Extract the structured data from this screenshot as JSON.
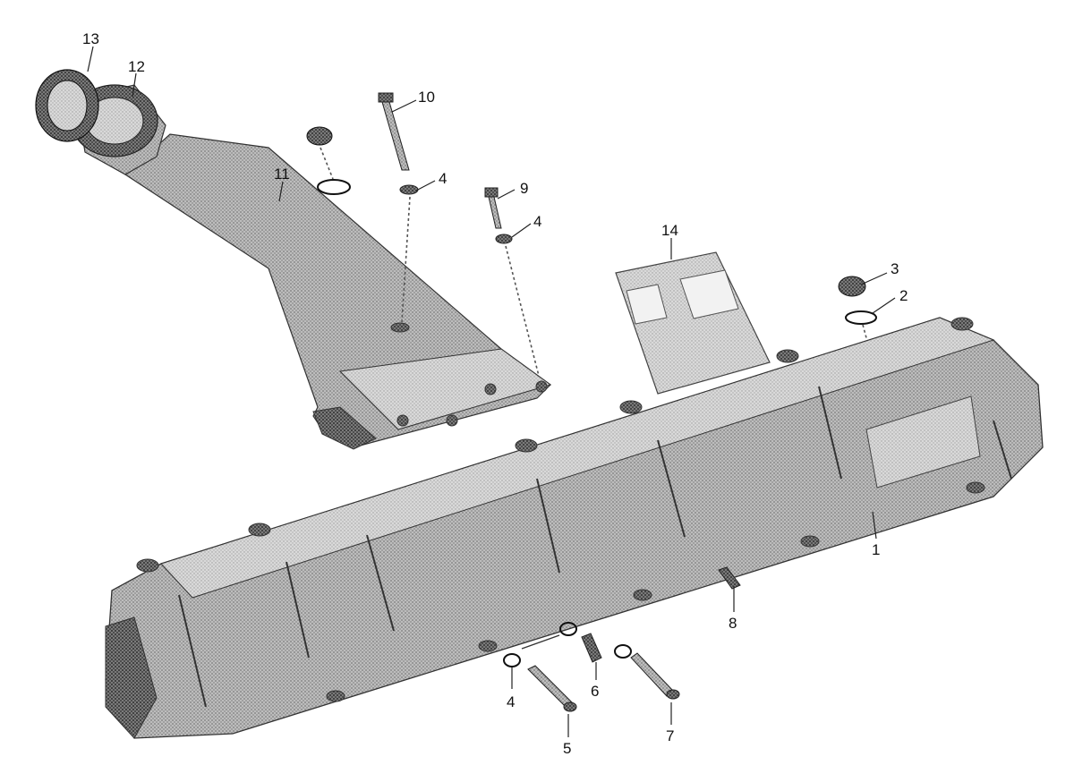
{
  "diagram": {
    "callouts": [
      {
        "id": "c13",
        "text": "13"
      },
      {
        "id": "c12",
        "text": "12"
      },
      {
        "id": "c10",
        "text": "10"
      },
      {
        "id": "c11",
        "text": "11"
      },
      {
        "id": "c4a",
        "text": "4"
      },
      {
        "id": "c9",
        "text": "9"
      },
      {
        "id": "c4b",
        "text": "4"
      },
      {
        "id": "c14",
        "text": "14"
      },
      {
        "id": "c3",
        "text": "3"
      },
      {
        "id": "c2",
        "text": "2"
      },
      {
        "id": "c1",
        "text": "1"
      },
      {
        "id": "c8",
        "text": "8"
      },
      {
        "id": "c4c",
        "text": "4"
      },
      {
        "id": "c6",
        "text": "6"
      },
      {
        "id": "c5",
        "text": "5"
      },
      {
        "id": "c7",
        "text": "7"
      }
    ]
  }
}
